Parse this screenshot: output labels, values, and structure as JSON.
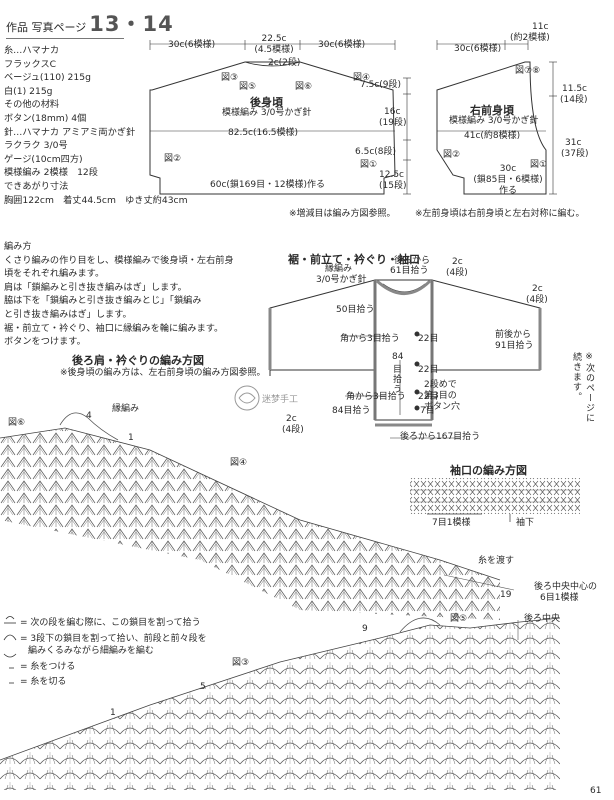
{
  "header": {
    "prefix": "作品 写真ページ",
    "numbers": "13・14"
  },
  "materials": [
    "糸…ハマナカ",
    "フラックスC",
    "ベージュ(110) 215g",
    "白(1) 215g",
    "その他の材料",
    "ボタン(18mm) 4個",
    "針…ハマナカ アミアミ両かぎ針",
    "ラクラク 3/0号",
    "ゲージ(10cm四方)",
    "模様編み 2模様　12段",
    "できあがり寸法",
    "胸囲122cm　着丈44.5cm　ゆき丈約43cm"
  ],
  "instructions": [
    "編み方",
    "くさり編みの作り目をし、模様編みで後身頃・左右前身",
    "頃をそれぞれ編みます。",
    "肩は「鎖編みと引き抜き編みはぎ」します。",
    "脇は下を「鎖編みと引き抜き編みとじ」「鎖編み",
    "と引き抜き編みはぎ」します。",
    "裾・前立て・衿ぐり、袖口に縁編みを輪に編みます。",
    "ボタンをつけます。"
  ],
  "back": {
    "name": "後身頃",
    "pattern": "模様編み 3/0号かぎ針",
    "d_left": "30c(6模様)",
    "d_center": "22.5c",
    "d_center_sub": "(4.5模様)",
    "d_right": "30c(6模様)",
    "d_top": "2c(2段)",
    "width": "82.5c(16.5模様)",
    "chain": "60c(鎖169目・12模様)作る",
    "fig2": "図②",
    "fig3": "図③",
    "fig4": "図④",
    "fig5": "図⑤",
    "fig6": "図⑥",
    "fig1": "図①",
    "note": "※増減目は編み方図参照。"
  },
  "side": {
    "h1": "7.5c(9段)",
    "h2": "16c",
    "h2b": "(19段)",
    "h3": "6.5c(8段)",
    "h4": "12.5c",
    "h4b": "(15段)"
  },
  "front": {
    "name": "右前身頃",
    "pattern": "模様編み 3/0号かぎ針",
    "d_top_right": "11c",
    "d_top_right_sub": "(約2模様)",
    "d_top_left": "30c(6模様)",
    "fig78": "図⑦⑧",
    "h1": "11.5c",
    "h1b": "(14段)",
    "h2": "31c",
    "h2b": "(37段)",
    "width": "41c(約8模様)",
    "chain": "30c",
    "chain_sub": "(鎖85目・6模様)",
    "chain_sub2": "作る",
    "fig2": "図②",
    "fig1": "図①",
    "note": "※左前身頃は右前身頃と左右対称に編む。"
  },
  "edge": {
    "title": "裾・前立て・衿ぐり・袖口",
    "sub1": "縁編み",
    "sub2": "3/0号かぎ針",
    "back_pick": "後ろから",
    "back_pick2": "61目拾う",
    "c2": "2c",
    "c2b": "(4段)",
    "c2r": "2c",
    "c2rb": "(4段)",
    "r50": "50目拾う",
    "corner3": "角から3目拾う",
    "r22a": "22目",
    "f84": "84",
    "f84b": "目拾う",
    "r22b": "22目",
    "corner3b": "角から3目拾う",
    "r84b": "84目拾う",
    "twoc": "2c",
    "twoc_b": "(4段)",
    "f91": "前後から",
    "f91b": "91目拾う",
    "r22c": "22目",
    "btn": "2段めで",
    "btn2": "第3目の",
    "btn3": "ボタン穴",
    "r7": "7目",
    "back167": "後ろから167目拾う",
    "cont": "※次のページに続きます。"
  },
  "sleeve": {
    "title": "袖口の編み方図",
    "rep": "7目1模様",
    "under": "袖下"
  },
  "chart": {
    "title": "後ろ肩・衿ぐりの編み方図",
    "note": "※後身頃の編み方は、左右前身頃の編み方図参照。",
    "edging": "縁編み",
    "fig6": "図⑥",
    "fig4": "図④",
    "fig5": "図⑤",
    "fig3": "図③",
    "thread": "糸を渡す",
    "center": "後ろ中央",
    "center_rep": "後ろ中央中心の",
    "center_rep2": "6目1模様",
    "row19": "19",
    "row9": "9",
    "row5": "5",
    "row1": "1",
    "row4": "4",
    "row1b": "1"
  },
  "legend": {
    "l1": "= 次の段を編む際に、この鎖目を割って拾う",
    "l2a": "= 3段下の鎖目を割って拾い、前段と前々段を",
    "l2b": "編みくるみながら細編みを編む",
    "l3": "= 糸をつける",
    "l4": "= 糸を切る"
  },
  "page_number": "61",
  "watermark": "迷梦手工"
}
